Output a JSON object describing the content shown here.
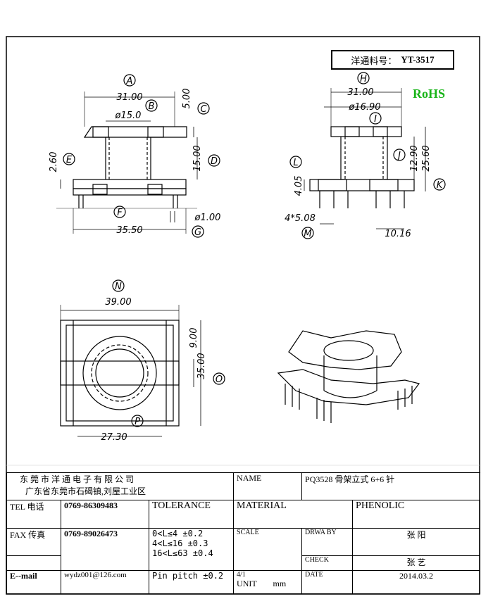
{
  "part_number": {
    "label": "洋通料号：",
    "value": "YT-3517"
  },
  "rohs": "RoHS",
  "dims": {
    "A": "A",
    "B": "B",
    "C": "C",
    "D": "D",
    "E": "E",
    "F": "F",
    "G": "G",
    "H": "H",
    "I": "I",
    "J": "J",
    "K": "K",
    "L": "L",
    "M": "M",
    "N": "N",
    "O": "O",
    "P": "P",
    "a_31": "31.00",
    "b_15": "ø15.0",
    "c_5": "5.00",
    "d_15": "15.00",
    "e_26": "2.60",
    "f_3550": "35.50",
    "g_1": "ø1.00",
    "h_31": "31.00",
    "i_169": "ø16.90",
    "j_1290": "12.90",
    "k_2560": "25.60",
    "l_405": "4.05",
    "m_508": "4*5.08",
    "m_1016": "10.16",
    "n_39": "39.00",
    "o_9": "9.00",
    "o_35": "35.00",
    "p_273": "27.30"
  },
  "title_block": {
    "company": "东 莞 市 洋 通 电 子 有 限 公 司",
    "address": "广东省东莞市石碣镇,刘屋工业区",
    "name_label": "NAME",
    "name_value": "PQ3528 骨架立式 6+6 针",
    "tel_label": "TEL 电话",
    "tel_value": "0769-86309483",
    "tolerance_label": "TOLERANCE",
    "material_label": "MATERIAL",
    "material_value": "PHENOLIC",
    "fax_label": "FAX 传真",
    "fax_value": "0769-89026473",
    "tol_1": "0<L≤4  ±0.2",
    "tol_2": "4<L≤16 ±0.3",
    "tol_3": "16<L≤63 ±0.4",
    "tol_4": "Pin pitch ±0.2",
    "scale_label": "SCALE",
    "scale_value": "4/1",
    "drwaby_label": "DRWA BY",
    "drwaby_value": "张 阳",
    "check_label": "CHECK",
    "check_value": "张 艺",
    "email_label": "E--mail",
    "email_value": "wydz001@126.com",
    "unit_label": "UNIT",
    "unit_value": "mm",
    "date_label": "DATE",
    "date_value": "2014.03.2"
  }
}
